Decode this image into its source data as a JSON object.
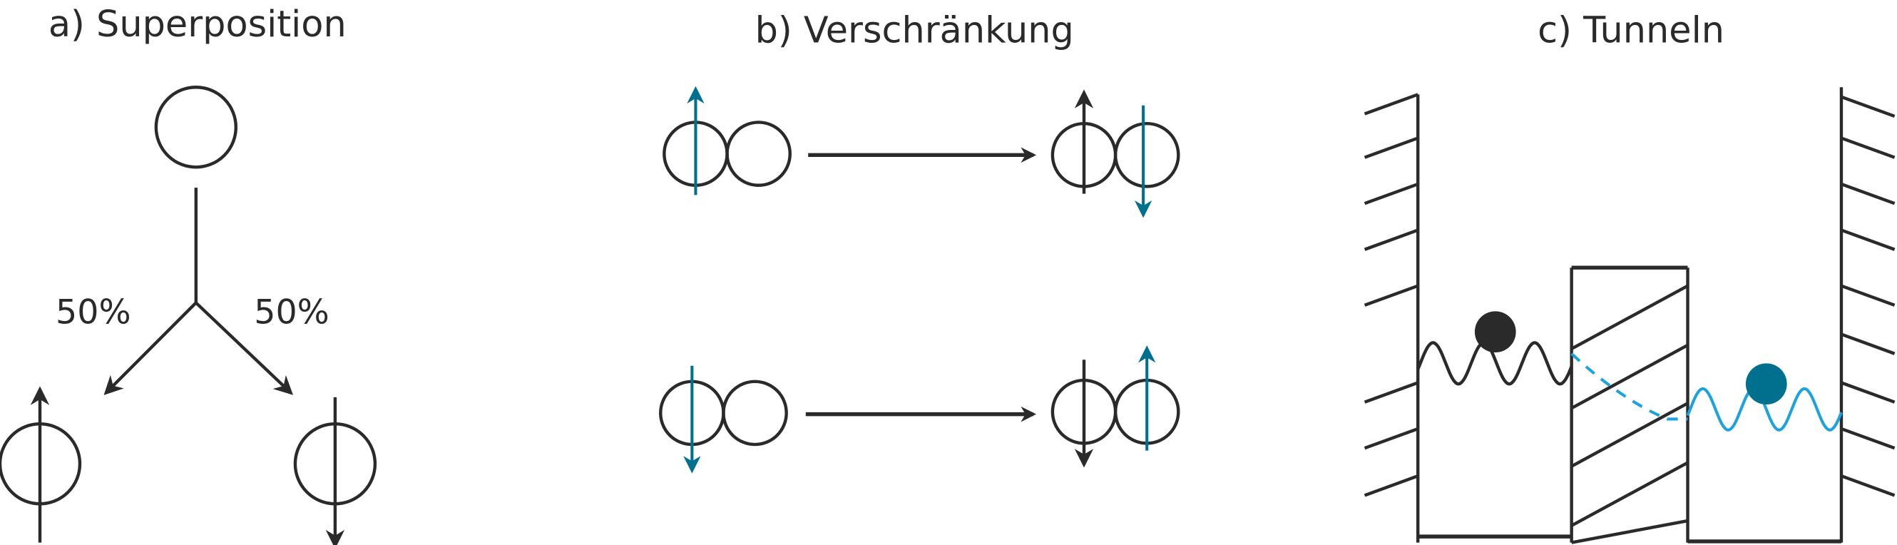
{
  "panels": {
    "a": {
      "title": "a) Superposition",
      "left_prob": "50%",
      "right_prob": "50%"
    },
    "b": {
      "title": "b) Verschränkung"
    },
    "c": {
      "title": "c) Tunneln"
    }
  },
  "colors": {
    "ink": "#2a2a2a",
    "teal": "#00708f",
    "light_blue": "#1aa3de"
  }
}
